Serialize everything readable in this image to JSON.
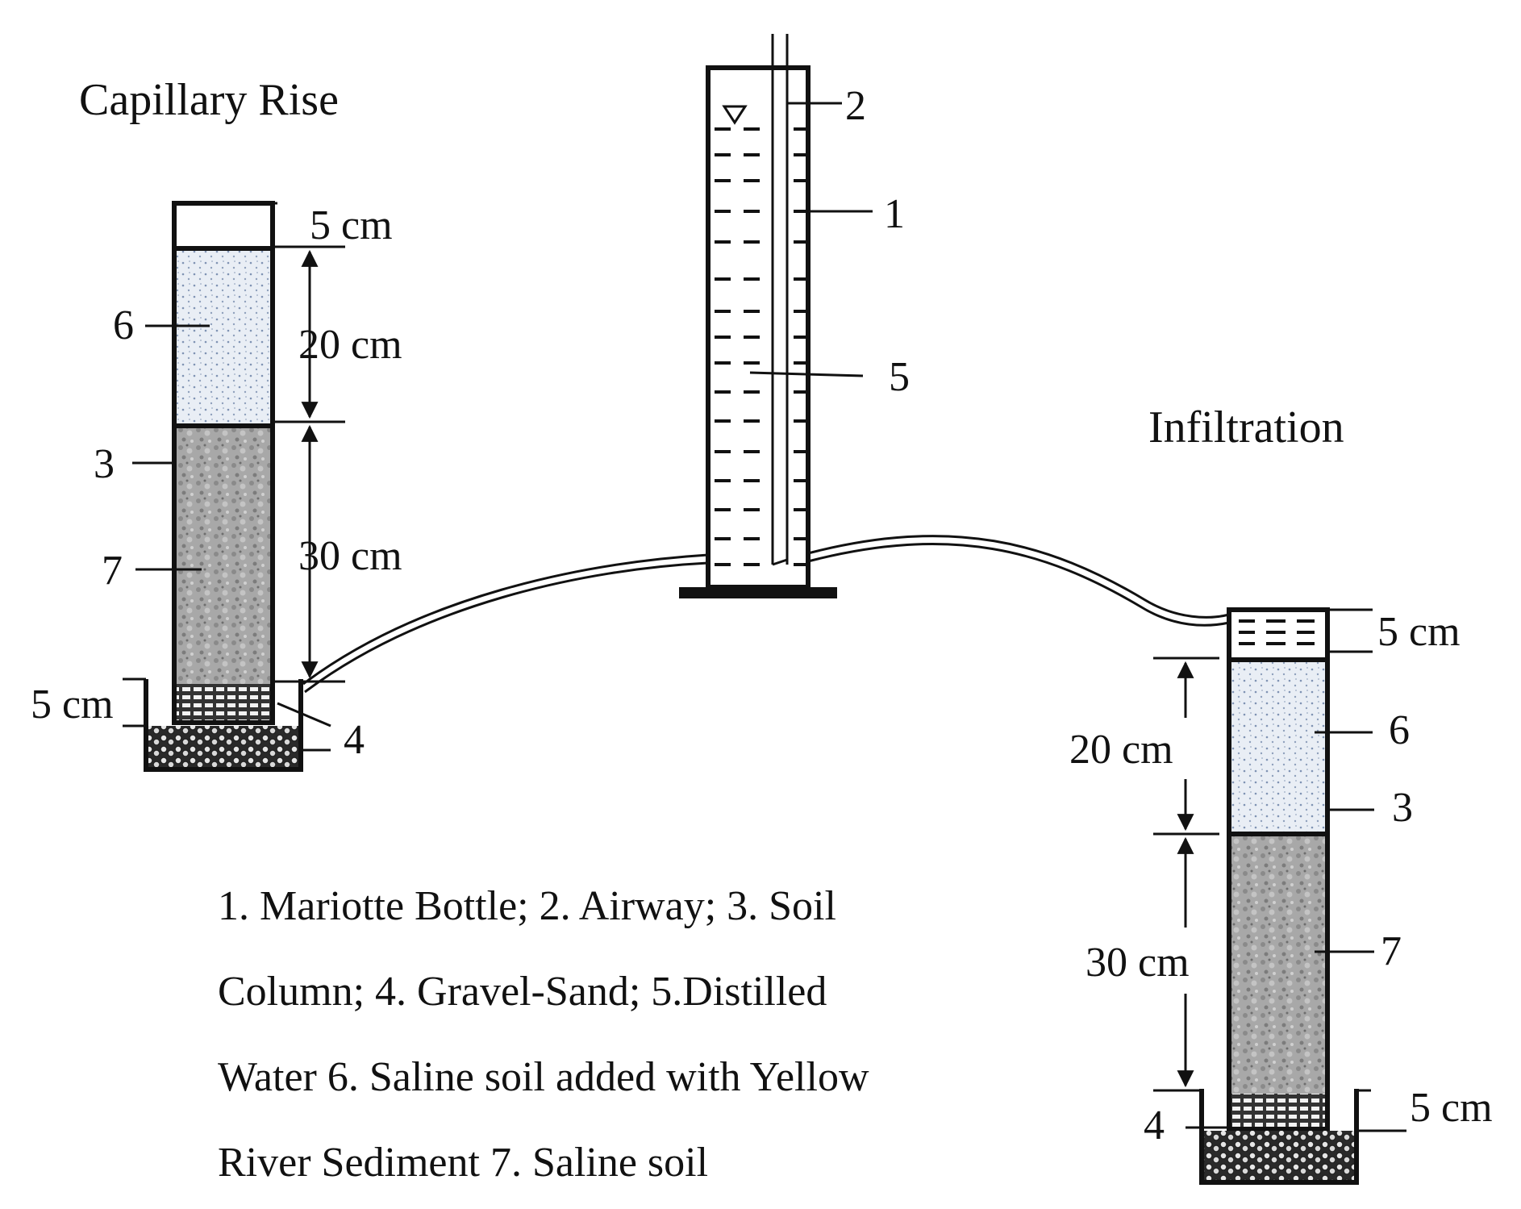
{
  "titles": {
    "capillary": "Capillary Rise",
    "infiltration": "Infiltration"
  },
  "capillary": {
    "dim_top": "5 cm",
    "dim_mid": "20 cm",
    "dim_low": "30 cm",
    "dim_base": "5 cm",
    "n6": "6",
    "n3": "3",
    "n7": "7",
    "n4": "4"
  },
  "bottle": {
    "n2": "2",
    "n1": "1",
    "n5": "5"
  },
  "infiltration": {
    "dim_top": "5 cm",
    "dim_mid": "20 cm",
    "dim_low": "30 cm",
    "dim_base": "5 cm",
    "n6": "6",
    "n3": "3",
    "n7": "7",
    "n4": "4"
  },
  "caption": [
    "1. Mariotte Bottle; 2. Airway; 3. Soil",
    "Column; 4. Gravel-Sand; 5.Distilled",
    "Water 6. Saline soil added with Yellow",
    "River Sediment 7. Saline soil"
  ],
  "colors": {
    "line": "#111111",
    "fine_soil": "#dfe6ef",
    "coarse_soil": "#a9a9a9"
  }
}
